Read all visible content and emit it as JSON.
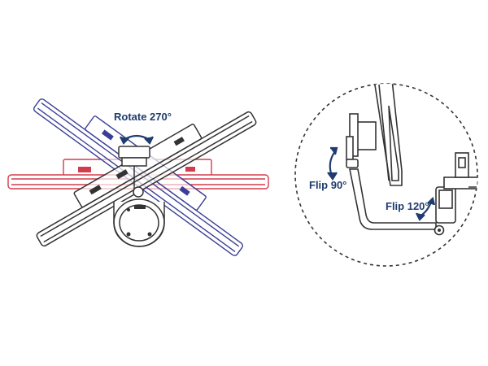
{
  "labels": {
    "rotate": "Rotate 270°",
    "flip_90": "Flip 90°",
    "flip_120": "Flip 120°"
  },
  "colors": {
    "line": "#333333",
    "blue": "#3a3f96",
    "red": "#d23c4c",
    "label": "#1f3c6e"
  }
}
